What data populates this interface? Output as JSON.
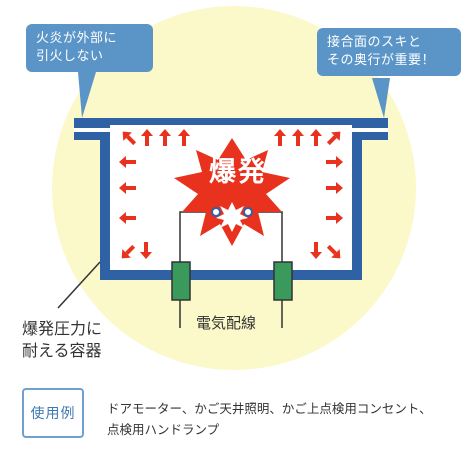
{
  "callouts": {
    "left": [
      "火炎が外部に",
      "引火しない"
    ],
    "right": [
      "接合面のスキと",
      "その奥行が重要！"
    ]
  },
  "burst_label": "爆発",
  "container_label": [
    "爆発圧力に",
    "耐える容器"
  ],
  "wiring_label": "電気配線",
  "usage": {
    "badge": "使用例",
    "lines": [
      "ドアモーター、かご天井照明、かご上点検用コンセント、",
      "点検用ハンドランプ"
    ]
  },
  "colors": {
    "background_circle": "#fbf8c9",
    "container": "#2f62a4",
    "arrows": "#e8321e",
    "burst": "#e8321e",
    "terminals": "#3a9a5c",
    "callout": "#5b95c8"
  }
}
